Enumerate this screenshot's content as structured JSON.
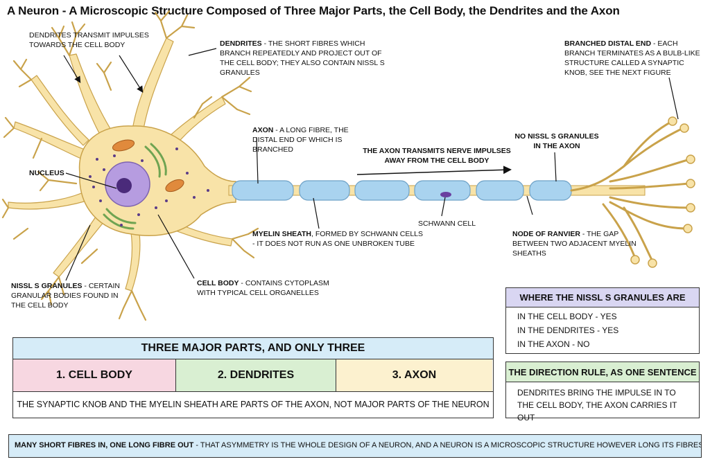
{
  "title": "A Neuron - A Microscopic Structure Composed of Three Major Parts, the Cell Body, the Dendrites and the Axon",
  "labels": {
    "dendrites_transmit": "Dendrites transmit impulses towards the cell body",
    "dendrites_term": "Dendrites",
    "dendrites_desc": " - The short fibres which branch repeatedly and project out of the cell body; they also contain Nissl s granules",
    "branched_term": "Branched distal end",
    "branched_desc": " - Each branch terminates as a bulb-like structure called a synaptic knob, see the next figure",
    "axon_term": "Axon",
    "axon_desc": " - A long fibre, the distal end of which is branched",
    "no_nissl": "No Nissl s granules in the axon",
    "axon_transmits": "The axon transmits nerve impulses away from the cell body",
    "nucleus": "Nucleus",
    "schwann": "Schwann cell",
    "myelin_term": "Myelin sheath",
    "myelin_desc": ", formed by Schwann cells - it does not run as one unbroken tube",
    "ranvier_term": "Node of Ranvier",
    "ranvier_desc": " - The gap between two adjacent myelin sheaths",
    "nissl_term": "Nissl s granules",
    "nissl_desc": " - Certain granular bodies found in the cell body",
    "cellbody_term": "Cell body",
    "cellbody_desc": " - Contains cytoplasm with typical cell organelles"
  },
  "parts_table": {
    "header": "Three major parts, and only three",
    "parts": [
      "1. Cell body",
      "2. Dendrites",
      "3. Axon"
    ],
    "note": "The synaptic knob and the myelin sheath are parts of the axon, not major parts of the neuron"
  },
  "nissl_box": {
    "header": "Where the Nissl s granules are",
    "rows": [
      "In the cell body - Yes",
      "In the dendrites - Yes",
      "In the axon - No"
    ]
  },
  "direction_box": {
    "header": "The direction rule, as one sentence",
    "text": "Dendrites bring the impulse in to the cell body, the axon carries it out"
  },
  "footer": {
    "lead": "Many short fibres in, one long fibre out",
    "rest": " - that asymmetry is the whole design of a neuron, and a neuron is a microscopic structure however long its fibres run"
  },
  "colors": {
    "cytoplasm": "#f8e3a8",
    "outline": "#c9a24a",
    "nucleus": "#b69ce0",
    "nucleolus": "#4a2a7a",
    "myelin": "#a9d3ef",
    "mitochondria": "#e08a3c",
    "er": "#9ccf7c",
    "table_header": "#d6ecf8",
    "cell_body_fill": "#f7d7e1",
    "dendrites_fill": "#d9efd2",
    "axon_fill": "#fcf1cf",
    "nissl_header": "#d9d6f2",
    "direction_header": "#d9efd2",
    "footer_fill": "#d6ecf8"
  }
}
